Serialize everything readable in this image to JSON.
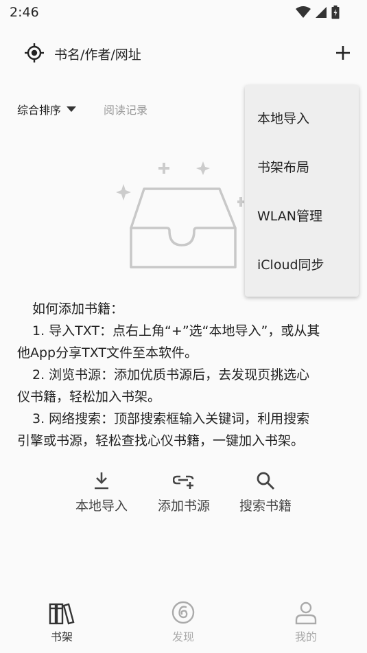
{
  "status_bar": {
    "time": "2:46",
    "icons": [
      "wifi-icon",
      "signal-icon",
      "battery-icon"
    ]
  },
  "search": {
    "text": "书名/作者/网址",
    "left_icon": "locate-icon",
    "right_icon": "add-icon"
  },
  "sort": {
    "label": "综合排序",
    "history": "阅读记录"
  },
  "menu": {
    "items": [
      {
        "label": "本地导入"
      },
      {
        "label": "书架布局"
      },
      {
        "label": "WLAN管理"
      },
      {
        "label": "iCloud同步"
      }
    ]
  },
  "help": {
    "lines": [
      "如何添加书籍：",
      "1. 导入TXT：点右上角“+”选“本地导入”，或从其",
      "他App分享TXT文件至本软件。",
      "2. 浏览书源：添加优质书源后，去发现页挑选心",
      "仪书籍，轻松加入书架。",
      "3. 网络搜索：顶部搜索框输入关键词，利用搜索",
      "引擎或书源，轻松查找心仪书籍，一键加入书架。"
    ]
  },
  "actions": [
    {
      "label": "本地导入",
      "icon": "download-icon"
    },
    {
      "label": "添加书源",
      "icon": "add-link-icon"
    },
    {
      "label": "搜索书籍",
      "icon": "search-icon"
    }
  ],
  "bottom_nav": {
    "items": [
      {
        "label": "书架",
        "icon": "bookshelf-icon",
        "active": true
      },
      {
        "label": "发现",
        "icon": "discover-icon",
        "active": false
      },
      {
        "label": "我的",
        "icon": "profile-icon",
        "active": false
      }
    ]
  },
  "colors": {
    "background": "#fafafa",
    "text": "#222222",
    "muted": "#999999",
    "active_nav": "#333333",
    "inactive_nav": "#aaaaaa",
    "menu_bg": "#eeeeee"
  }
}
